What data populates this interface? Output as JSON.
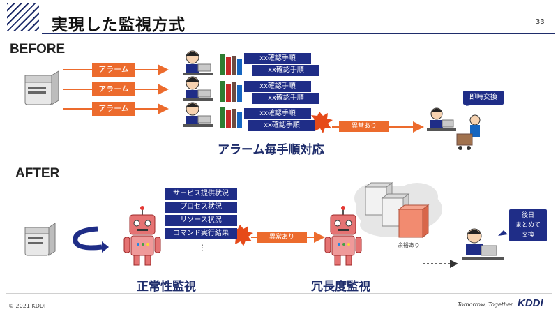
{
  "slide": {
    "title": "実現した監視方式",
    "page_number": "33"
  },
  "before": {
    "label": "BEFORE",
    "alarms": [
      "アラーム",
      "アラーム",
      "アラーム"
    ],
    "procedures": [
      [
        "xx確認手順",
        "xx確認手順"
      ],
      [
        "xx確認手順",
        "xx確認手順"
      ],
      [
        "xx確認手順",
        "xx確認手順"
      ]
    ],
    "anomaly_label": "異常あり",
    "bubble": "即時交換",
    "caption": "アラーム毎手順対応"
  },
  "after": {
    "label": "AFTER",
    "checks": [
      "サービス提供状況",
      "プロセス状況",
      "リソース状況",
      "コマンド実行結果"
    ],
    "ellipsis": "⋮",
    "anomaly_label": "異常あり",
    "spare_label": "余裕あり",
    "bubble_lines": [
      "後日",
      "まとめて",
      "交換"
    ],
    "caption_left": "正常性監視",
    "caption_right": "冗長度監視"
  },
  "footer": {
    "copyright": "© 2021 KDDI",
    "tagline": "Tomorrow, Together",
    "brand": "KDDI"
  },
  "colors": {
    "accent_orange": "#ec6b2d",
    "navy": "#1f2d87"
  }
}
